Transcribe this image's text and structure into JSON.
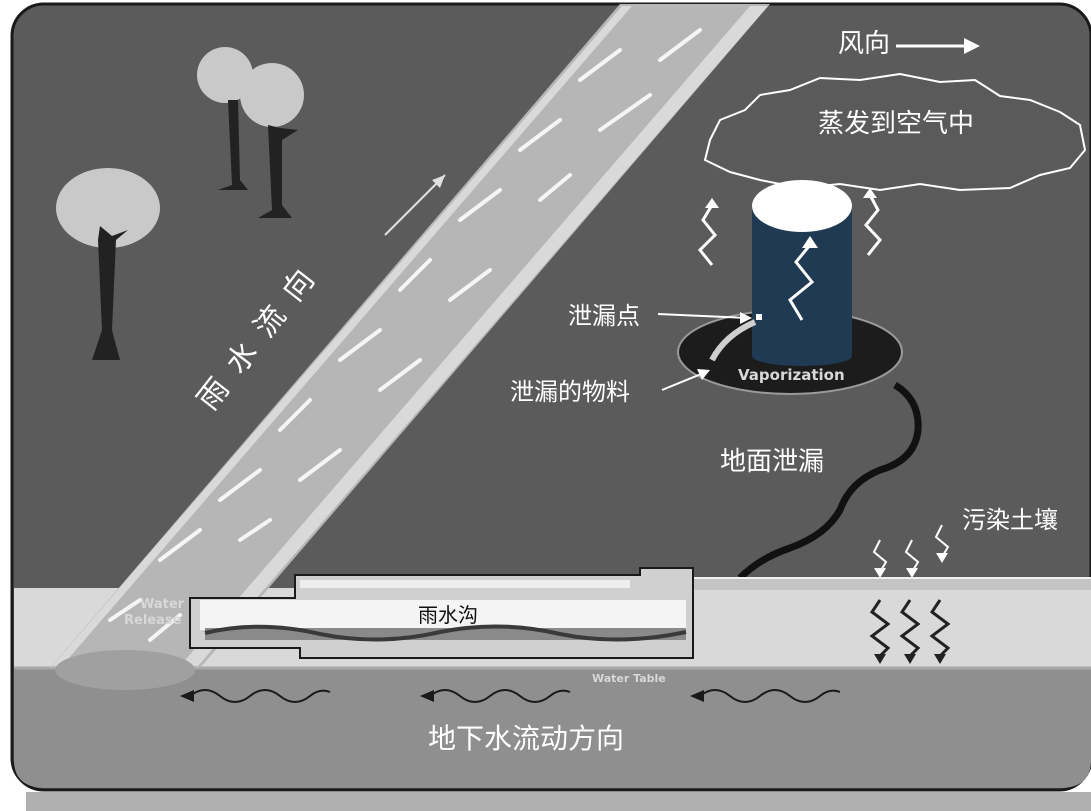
{
  "labels": {
    "wind_direction": "风向",
    "evaporation": "蒸发到空气中",
    "leak_point": "泄漏点",
    "leaked_material": "泄漏的物料",
    "vaporization": "Vaporization",
    "ground_leak": "地面泄漏",
    "contaminated_soil": "污染土壤",
    "storm_drain": "雨水沟",
    "water_release_1": "Water",
    "water_release_2": "Release",
    "water_table": "Water Table",
    "groundwater_flow": "地下水流动方向",
    "rain_runoff": "雨水流向"
  },
  "colors": {
    "sky": "#5a5a5a",
    "ground": "#d9d9d9",
    "groundwater": "#8e8e8e",
    "river": "#b4b4b4",
    "tank": "#1f3a52",
    "spill": "#1c1c1c"
  },
  "icons": [
    "tree-icon",
    "wind-arrow-icon",
    "cloud-icon",
    "vapor-wave-icon",
    "storage-tank-icon",
    "flow-wave-arrow-icon",
    "runoff-arrow-icon"
  ]
}
